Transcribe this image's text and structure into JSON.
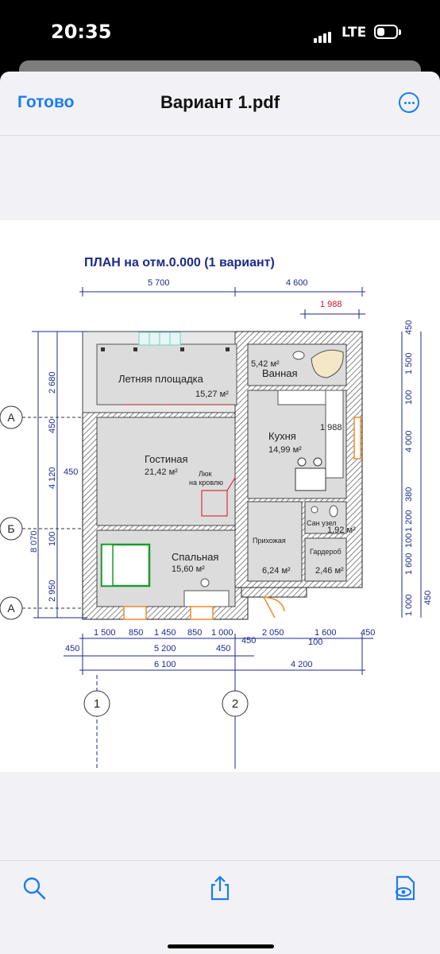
{
  "status_bar": {
    "time": "20:35",
    "network": "LTE"
  },
  "nav": {
    "done_label": "Готово",
    "title": "Вариант 1.pdf"
  },
  "document": {
    "heading": "ПЛАН на отм.0.000 (1 вариант)",
    "top_dims": [
      "5 700",
      "4 600"
    ],
    "red_dim": "1 988",
    "rooms": {
      "summer_name": "Летняя площадка",
      "summer_area": "15,27 м²",
      "bath_area": "5,42 м²",
      "bath_name": "Ванная",
      "kitchen_name": "Кухня",
      "kitchen_area": "14,99 м²",
      "kitchen_dim": "1 988",
      "living_name": "Гостиная",
      "living_area": "21,42 м²",
      "hatch_line1": "Люк",
      "hatch_line2": "на кровлю",
      "bedroom_name": "Спальная",
      "bedroom_area": "15,60 м²",
      "hall_name": "Прихожая",
      "hall_area": "6,24 м²",
      "wc_name": "Сан узел",
      "wc_area": "1,92 м²",
      "wardrobe_name": "Гардероб",
      "wardrobe_area": "2,46 м²"
    },
    "left_dims": [
      "2 680",
      "450",
      "4 120",
      "100",
      "2 950",
      "8 070",
      "450"
    ],
    "right_dims": [
      "450",
      "1 500",
      "100",
      "4 000",
      "380",
      "1 200",
      "100",
      "1 600",
      "1 000",
      "450"
    ],
    "axis_letters": [
      "А",
      "Б",
      "А"
    ],
    "axis_numbers": [
      "1",
      "2"
    ],
    "bottom_row1": [
      "1 500",
      "850",
      "1 450",
      "850",
      "1 000",
      "2 050",
      "1 600",
      "450"
    ],
    "bottom_row2": [
      "450",
      "5 200",
      "450",
      "450",
      "100"
    ],
    "bottom_row3": [
      "6 100",
      "4 200"
    ]
  },
  "toolbar": {
    "search_icon": "search-icon",
    "share_icon": "share-icon",
    "markup_icon": "markup-icon"
  }
}
